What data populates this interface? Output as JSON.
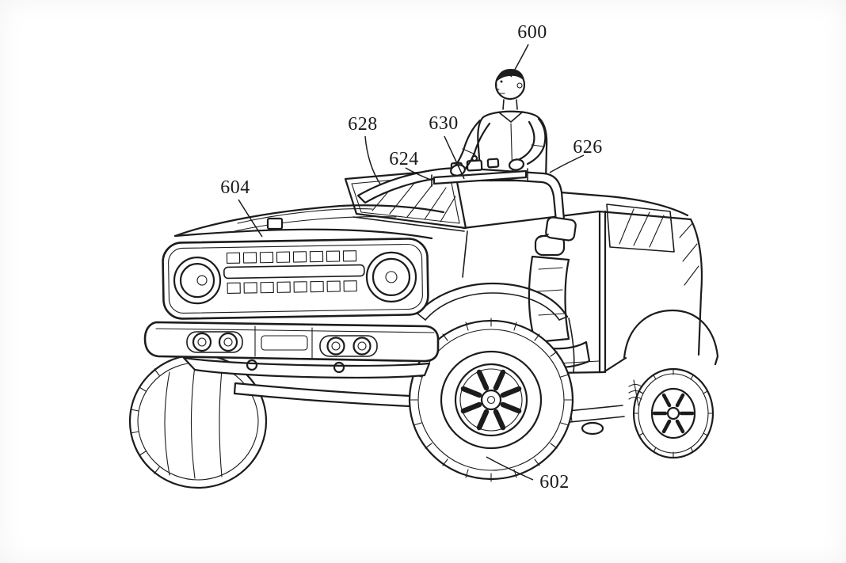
{
  "figure": {
    "subject": "Patent-style line drawing of an off-road SUV with open roof, roll bar with cross bar, and a person standing in the vehicle holding the cross bar",
    "background_color": "#ffffff",
    "line_color": "#1c1c1c",
    "labels": [
      {
        "id": "600",
        "text": "600"
      },
      {
        "id": "602",
        "text": "602"
      },
      {
        "id": "604",
        "text": "604"
      },
      {
        "id": "624",
        "text": "624"
      },
      {
        "id": "626",
        "text": "626"
      },
      {
        "id": "628",
        "text": "628"
      },
      {
        "id": "630",
        "text": "630"
      }
    ]
  }
}
